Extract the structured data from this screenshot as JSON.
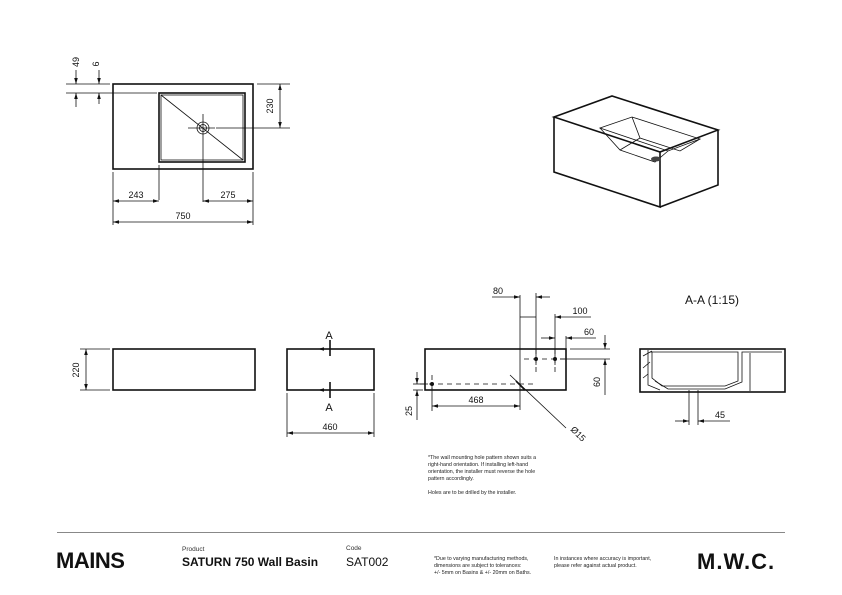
{
  "plan_view": {
    "dims": {
      "top_offset": "49",
      "rim": "6",
      "drain_y": "230",
      "left": "243",
      "drain_x": "275",
      "width": "750"
    }
  },
  "front_view": {
    "dims": {
      "height": "220"
    }
  },
  "side_view": {
    "section_marker_top": "A",
    "section_marker_bottom": "A",
    "dims": {
      "depth": "460"
    }
  },
  "rear_view": {
    "dims": {
      "h80": "80",
      "h100": "100",
      "h60": "60",
      "v60": "60",
      "v25": "25",
      "h468": "468",
      "dia": "Ø15"
    }
  },
  "section": {
    "title": "A-A (1:15)",
    "dims": {
      "d45": "45"
    }
  },
  "notes": {
    "line1": "*The wall mounting hole pattern shown suits a",
    "line2": "right-hand orientation. If installing left-hand",
    "line3": "orientation, the installer must reverse the hole",
    "line4": "pattern accordingly.",
    "line5": "Holes are to be drilled by the installer."
  },
  "footer": {
    "brand_left": "MAINS",
    "product_label": "Product",
    "product_name": "SATURN 750 Wall Basin",
    "code_label": "Code",
    "code_value": "SAT002",
    "tolerance_1": "*Due to varying manufacturing methods,",
    "tolerance_2": "dimensions are subject to tolerances:",
    "tolerance_3": "+/- 5mm on Basins & +/- 20mm on Baths.",
    "accuracy_1": "In instances where accuracy is important,",
    "accuracy_2": "please refer against actual product.",
    "brand_right": "M.W.C."
  }
}
